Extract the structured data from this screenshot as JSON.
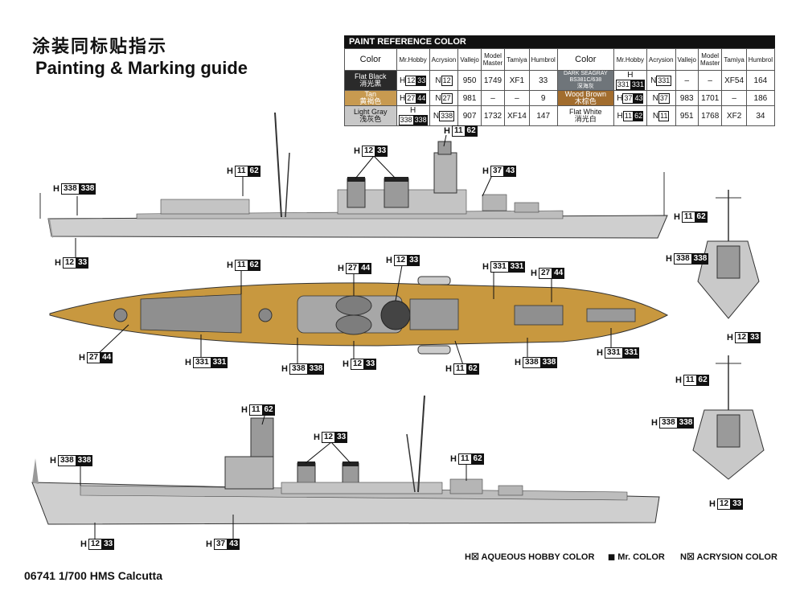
{
  "title_cn": "涂装同标贴指示",
  "title_en": "Painting & Marking guide",
  "footer": "06741 1/700 HMS Calcutta",
  "legend": {
    "aqueous": "AQUEOUS HOBBY COLOR",
    "mr": "Mr. COLOR",
    "acrysion": "ACRYSION COLOR"
  },
  "paint_table": {
    "title": "PAINT  REFERENCE COLOR",
    "headers": [
      "Color",
      "Mr.Hobby",
      "Acrysion",
      "Vallejo",
      "Model Master",
      "Tamiya",
      "Humbrol"
    ],
    "rows": [
      {
        "left": {
          "name": "Flat Black",
          "cn": "消光黑",
          "h1": "12",
          "h2": "33",
          "acr": "12",
          "vallejo": "950",
          "mm": "1749",
          "tamiya": "XF1",
          "humbrol": "33"
        },
        "right": {
          "name": "DARK SEAGRAY BS381C/638",
          "cn": "深海灰",
          "h1": "331",
          "h2": "331",
          "acr": "331",
          "vallejo": "–",
          "mm": "–",
          "tamiya": "XF54",
          "humbrol": "164"
        }
      },
      {
        "left": {
          "name": "Tan",
          "cn": "黄褐色",
          "h1": "27",
          "h2": "44",
          "acr": "27",
          "vallejo": "981",
          "mm": "–",
          "tamiya": "–",
          "humbrol": "9"
        },
        "right": {
          "name": "Wood Brown",
          "cn": "木棕色",
          "h1": "37",
          "h2": "43",
          "acr": "37",
          "vallejo": "983",
          "mm": "1701",
          "tamiya": "–",
          "humbrol": "186"
        }
      },
      {
        "left": {
          "name": "Light Gray",
          "cn": "浅灰色",
          "h1": "338",
          "h2": "338",
          "acr": "338",
          "vallejo": "907",
          "mm": "1732",
          "tamiya": "XF14",
          "humbrol": "147"
        },
        "right": {
          "name": "Flat White",
          "cn": "消光白",
          "h1": "11",
          "h2": "62",
          "acr": "11",
          "vallejo": "951",
          "mm": "1768",
          "tamiya": "XF2",
          "humbrol": "34"
        }
      }
    ]
  },
  "callouts": [
    {
      "h1": "11",
      "h2": "62"
    },
    {
      "h1": "12",
      "h2": "33"
    },
    {
      "h1": "11",
      "h2": "62"
    },
    {
      "h1": "37",
      "h2": "43"
    },
    {
      "h1": "338",
      "h2": "338"
    },
    {
      "h1": "12",
      "h2": "33"
    },
    {
      "h1": "11",
      "h2": "62"
    },
    {
      "h1": "27",
      "h2": "44"
    },
    {
      "h1": "12",
      "h2": "33"
    },
    {
      "h1": "331",
      "h2": "331"
    },
    {
      "h1": "27",
      "h2": "44"
    },
    {
      "h1": "27",
      "h2": "44"
    },
    {
      "h1": "331",
      "h2": "331"
    },
    {
      "h1": "338",
      "h2": "338"
    },
    {
      "h1": "12",
      "h2": "33"
    },
    {
      "h1": "11",
      "h2": "62"
    },
    {
      "h1": "338",
      "h2": "338"
    },
    {
      "h1": "331",
      "h2": "331"
    },
    {
      "h1": "11",
      "h2": "62"
    },
    {
      "h1": "12",
      "h2": "33"
    },
    {
      "h1": "338",
      "h2": "338"
    },
    {
      "h1": "11",
      "h2": "62"
    },
    {
      "h1": "338",
      "h2": "338"
    },
    {
      "h1": "12",
      "h2": "33"
    },
    {
      "h1": "11",
      "h2": "62"
    },
    {
      "h1": "12",
      "h2": "33"
    },
    {
      "h1": "11",
      "h2": "62"
    },
    {
      "h1": "338",
      "h2": "338"
    },
    {
      "h1": "12",
      "h2": "33"
    },
    {
      "h1": "37",
      "h2": "43"
    }
  ],
  "colors": {
    "hull_gray": "#c9c9c9",
    "deck_tan": "#c8983f",
    "dark_gray": "#707070",
    "black": "#111111"
  }
}
